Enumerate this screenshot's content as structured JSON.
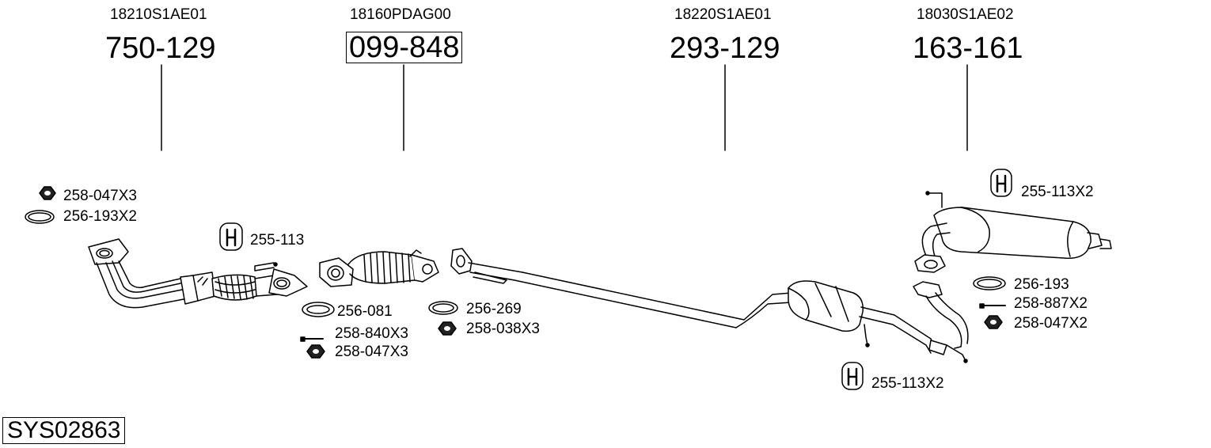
{
  "system_code": "SYS02863",
  "parts": [
    {
      "oem": "18210S1AE01",
      "part": "750-129"
    },
    {
      "oem": "18160PDAG00",
      "part": "099-848"
    },
    {
      "oem": "18220S1AE01",
      "part": "293-129"
    },
    {
      "oem": "18030S1AE02",
      "part": "163-161"
    }
  ],
  "accessories": {
    "a1": "258-047X3",
    "a2": "256-193X2",
    "a3": "255-113",
    "a4": "256-081",
    "a5": "258-840X3",
    "a6": "258-047X3",
    "a7": "256-269",
    "a8": "258-038X3",
    "a9": "255-113X2",
    "a10": "256-193",
    "a11": "258-887X2",
    "a12": "258-047X2",
    "a13": "255-113X2"
  }
}
